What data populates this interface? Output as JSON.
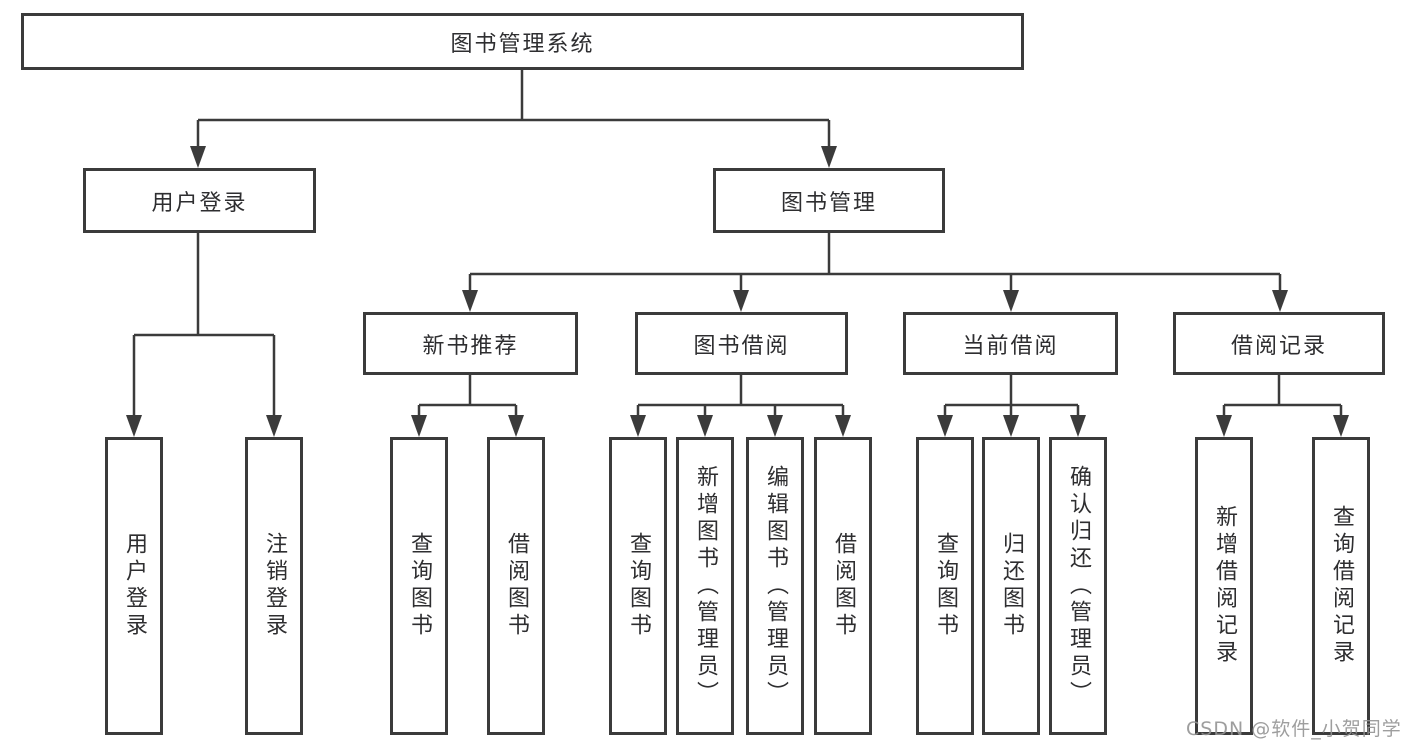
{
  "diagram": {
    "root": {
      "label": "图书管理系统"
    },
    "level2": {
      "user_login": {
        "label": "用户登录"
      },
      "book_management": {
        "label": "图书管理"
      }
    },
    "level3": {
      "new_book_recommend": {
        "label": "新书推荐"
      },
      "book_borrowing": {
        "label": "图书借阅"
      },
      "current_borrowing": {
        "label": "当前借阅"
      },
      "borrowing_records": {
        "label": "借阅记录"
      }
    },
    "leaves": {
      "user_login_leaf": {
        "label": "用户登录"
      },
      "logout": {
        "label": "注销登录"
      },
      "nb_query_books": {
        "label": "查询图书"
      },
      "nb_borrow_books": {
        "label": "借阅图书"
      },
      "bb_query_books": {
        "label": "查询图书"
      },
      "bb_add_books_admin": {
        "label": "新增图书（管理员）"
      },
      "bb_edit_books_admin": {
        "label": "编辑图书（管理员）"
      },
      "bb_borrow_books": {
        "label": "借阅图书"
      },
      "cb_query_books": {
        "label": "查询图书"
      },
      "cb_return_books": {
        "label": "归还图书"
      },
      "cb_confirm_return_admin": {
        "label": "确认归还（管理员）"
      },
      "br_add_record": {
        "label": "新增借阅记录"
      },
      "br_query_record": {
        "label": "查询借阅记录"
      }
    }
  },
  "watermark": "CSDN @软件_小贺同学",
  "colors": {
    "background": "#ffffff",
    "line": "#3b3b3b",
    "text": "#2e2e30",
    "watermark": "#949494"
  }
}
